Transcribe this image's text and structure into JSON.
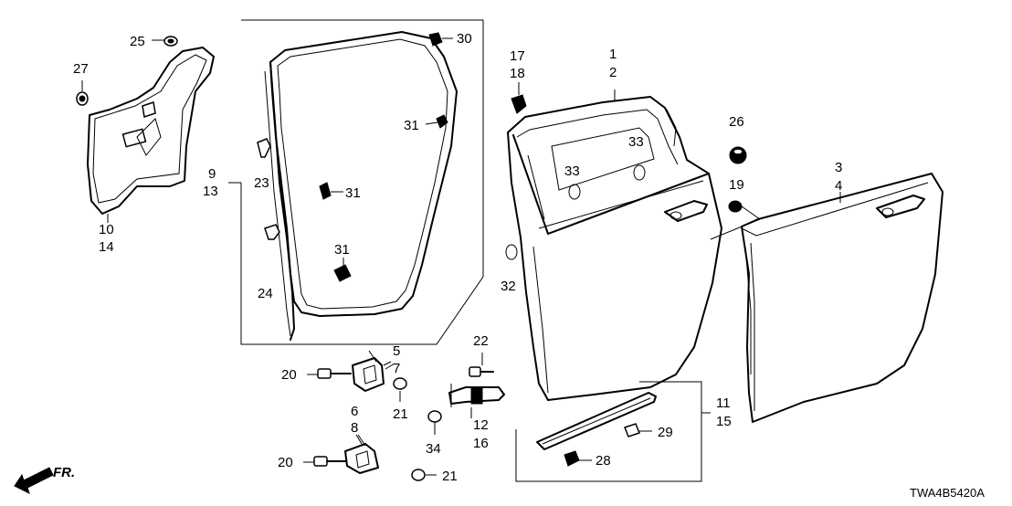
{
  "diagram": {
    "catalog_code": "TWA4B5420A",
    "direction_label": "FR.",
    "callouts": {
      "n1": "1",
      "n2": "2",
      "n3": "3",
      "n4": "4",
      "n5": "5",
      "n7": "7",
      "n6": "6",
      "n8": "8",
      "n9": "9",
      "n13": "13",
      "n10": "10",
      "n14": "14",
      "n11": "11",
      "n15": "15",
      "n12": "12",
      "n16": "16",
      "n17": "17",
      "n18": "18",
      "n19": "19",
      "n20a": "20",
      "n20b": "20",
      "n21a": "21",
      "n21b": "21",
      "n22": "22",
      "n23": "23",
      "n24": "24",
      "n25": "25",
      "n26": "26",
      "n27": "27",
      "n28": "28",
      "n29": "29",
      "n30": "30",
      "n31a": "31",
      "n31b": "31",
      "n31c": "31",
      "n32": "32",
      "n33a": "33",
      "n33b": "33",
      "n34": "34"
    }
  }
}
